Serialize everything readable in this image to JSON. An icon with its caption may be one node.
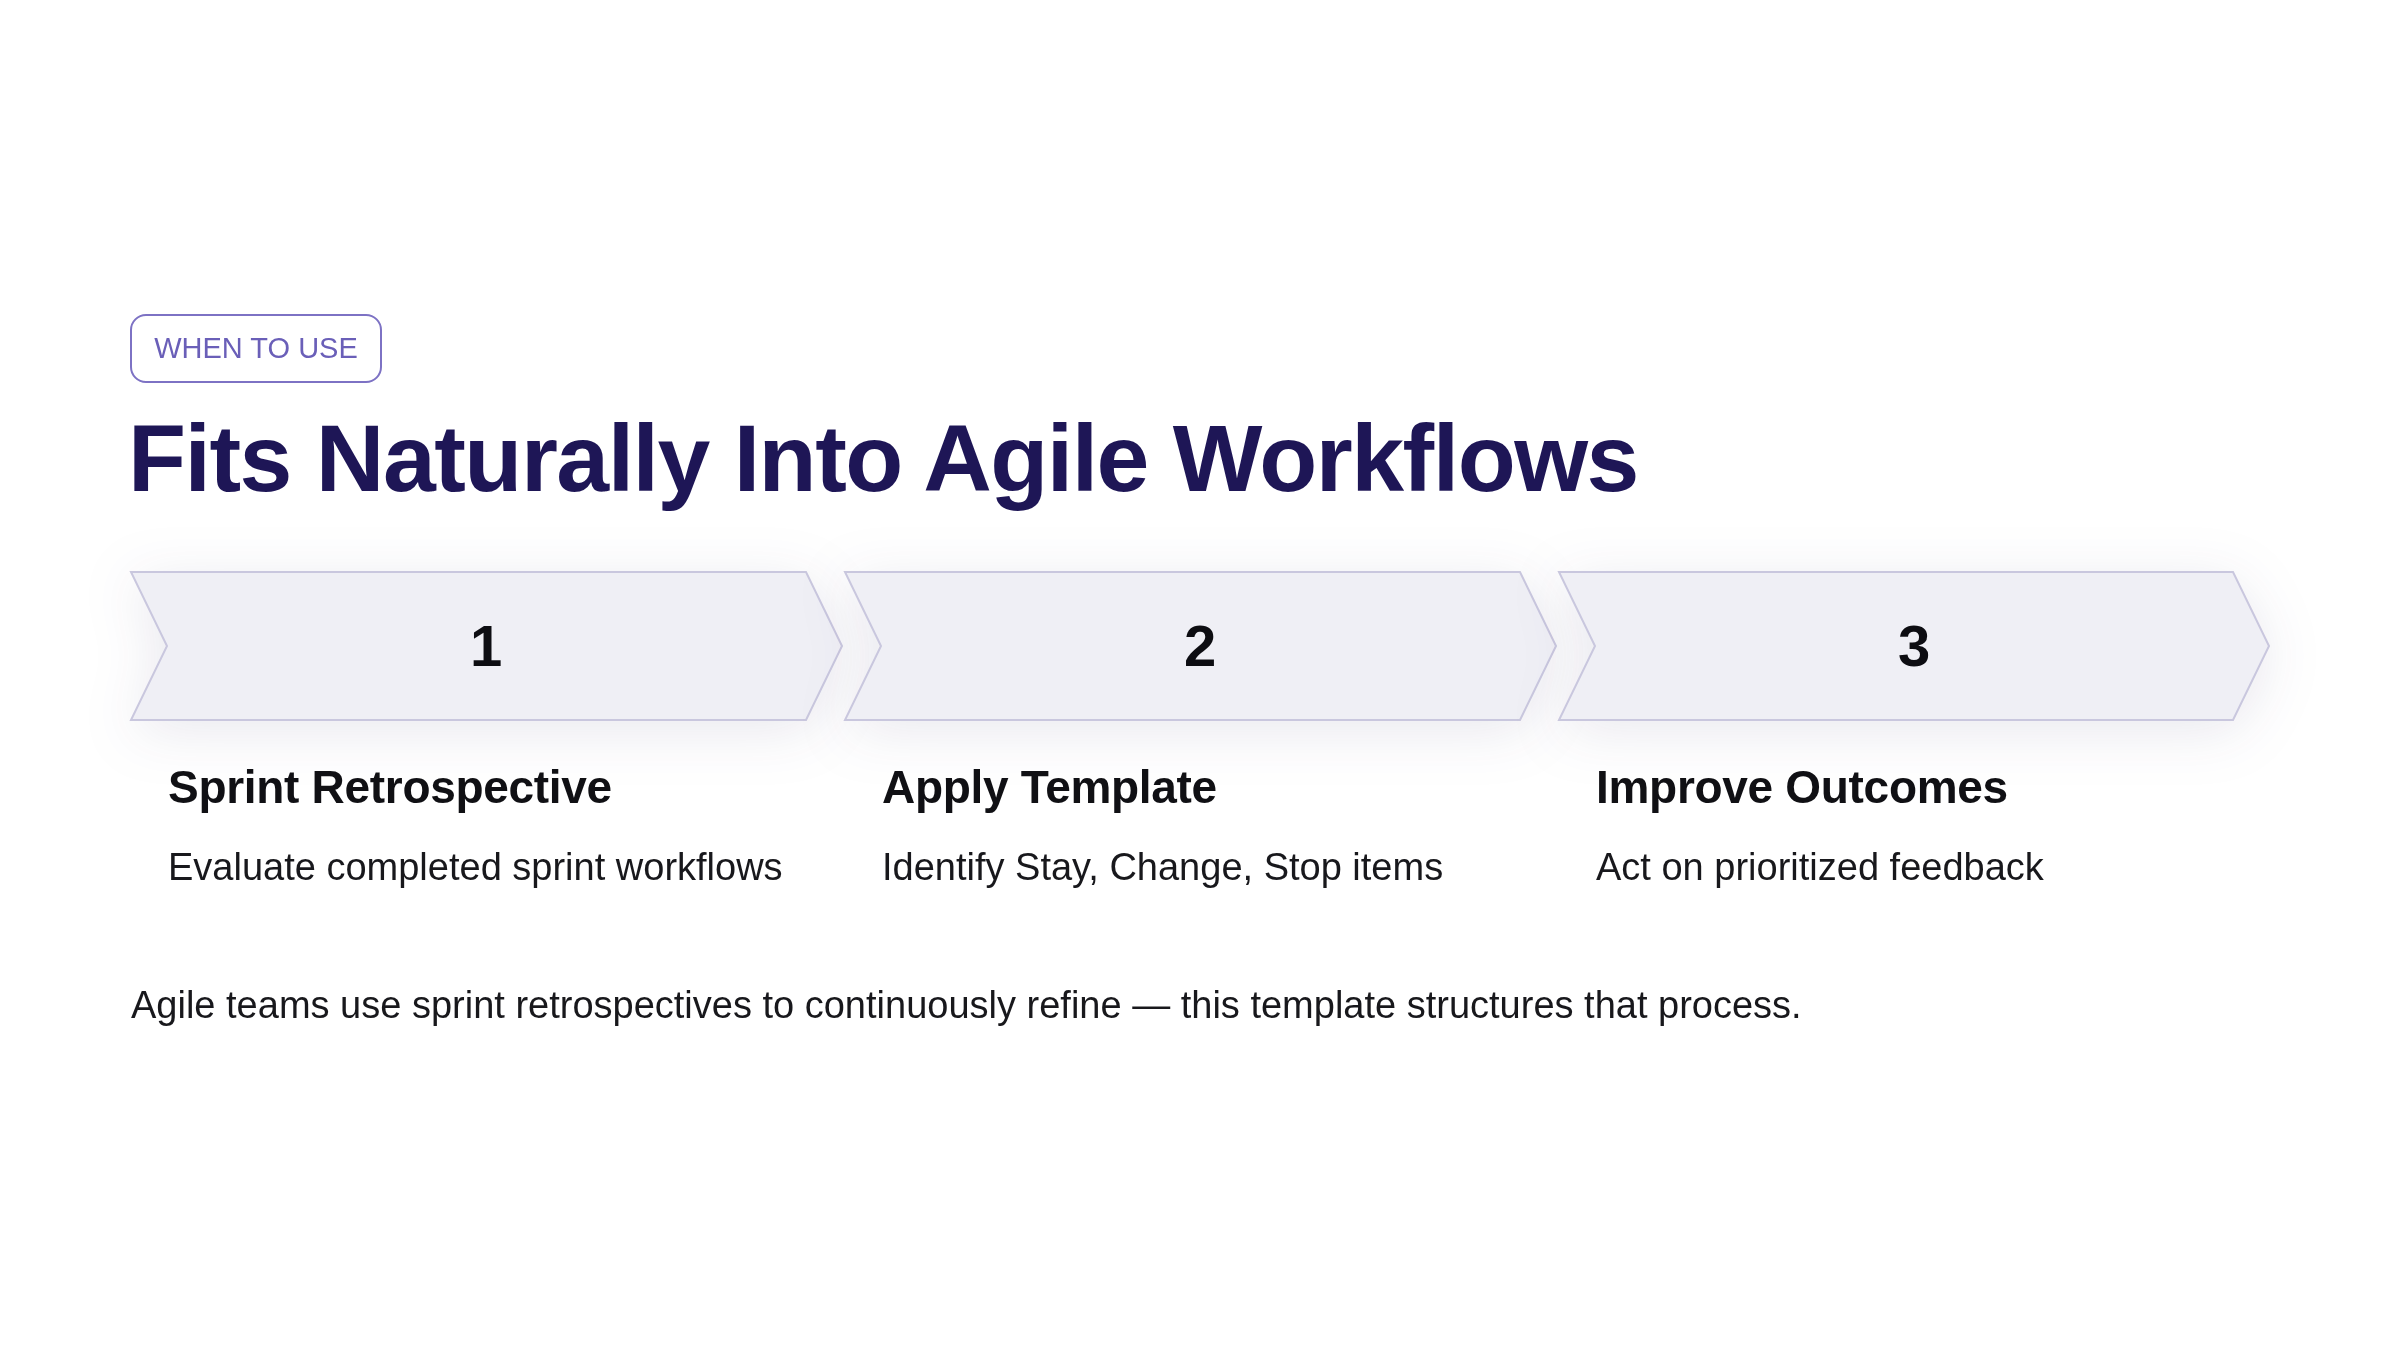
{
  "diagram": {
    "title": "Fits Naturally Into Agile Workflows",
    "nodes": [
      {
        "text": [
          "WHEN TO USE"
        ]
      },
      {
        "text": [
          "1"
        ],
        "beside": [
          "Sprint Retrospective",
          "Evaluate completed sprint workflows"
        ]
      },
      {
        "text": [
          "2"
        ],
        "beside": [
          "Apply Template",
          "Identify Stay, Change, Stop items"
        ]
      },
      {
        "text": [
          "3"
        ],
        "beside": [
          "Improve Outcomes",
          "Act on prioritized feedback"
        ]
      }
    ],
    "caption": "Agile teams use sprint retrospectives to continuously refine — this template structures that process."
  }
}
